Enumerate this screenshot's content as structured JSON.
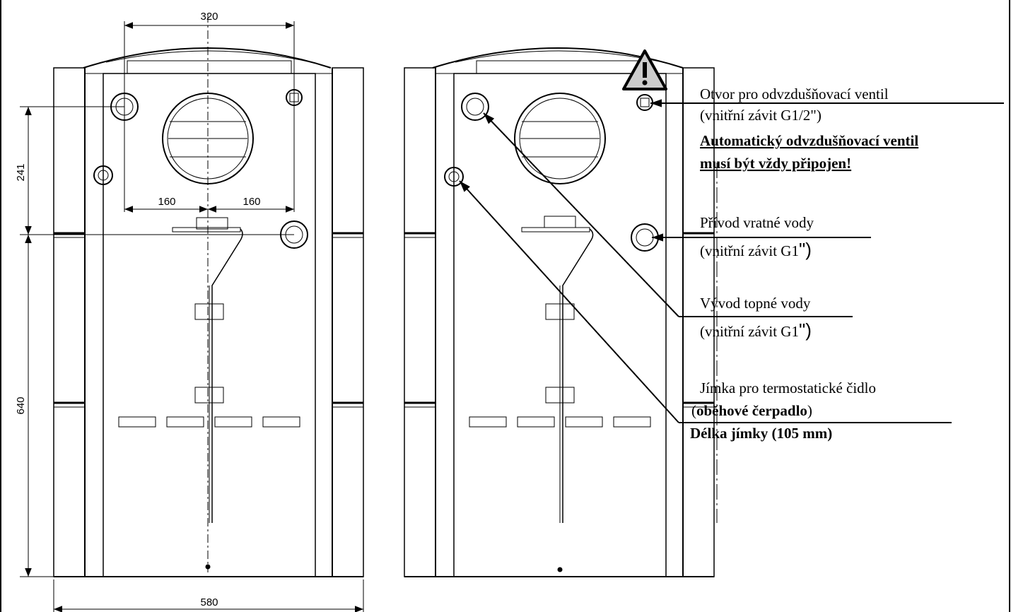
{
  "dimensions": {
    "top_width": "320",
    "left_half": "160",
    "right_half": "160",
    "upper_height": "241",
    "lower_height": "640",
    "bottom_width": "580"
  },
  "callouts": {
    "vent": {
      "line1": "Otvor pro odvzdušňovací ventil",
      "line2": "(vnitřní závit G1/2\")",
      "warning1": "Automatický odvzdušňovací ventil",
      "warning2": "musí být vždy připojen!"
    },
    "return": {
      "line1": "Přívod vratné vody",
      "line2a": "(vnitřní závit G1",
      "line2b": "\")"
    },
    "flow": {
      "line1": "Vývod topné vody",
      "line2a": "(vnitřní závit G1",
      "line2b": "\")"
    },
    "sensor": {
      "line1": "Jímka pro termostatické čidlo",
      "line2_open": "(",
      "line2_bold": "oběhové čerpadlo",
      "line2_close": ")",
      "line3": "Délka jímky (105 mm)"
    }
  }
}
